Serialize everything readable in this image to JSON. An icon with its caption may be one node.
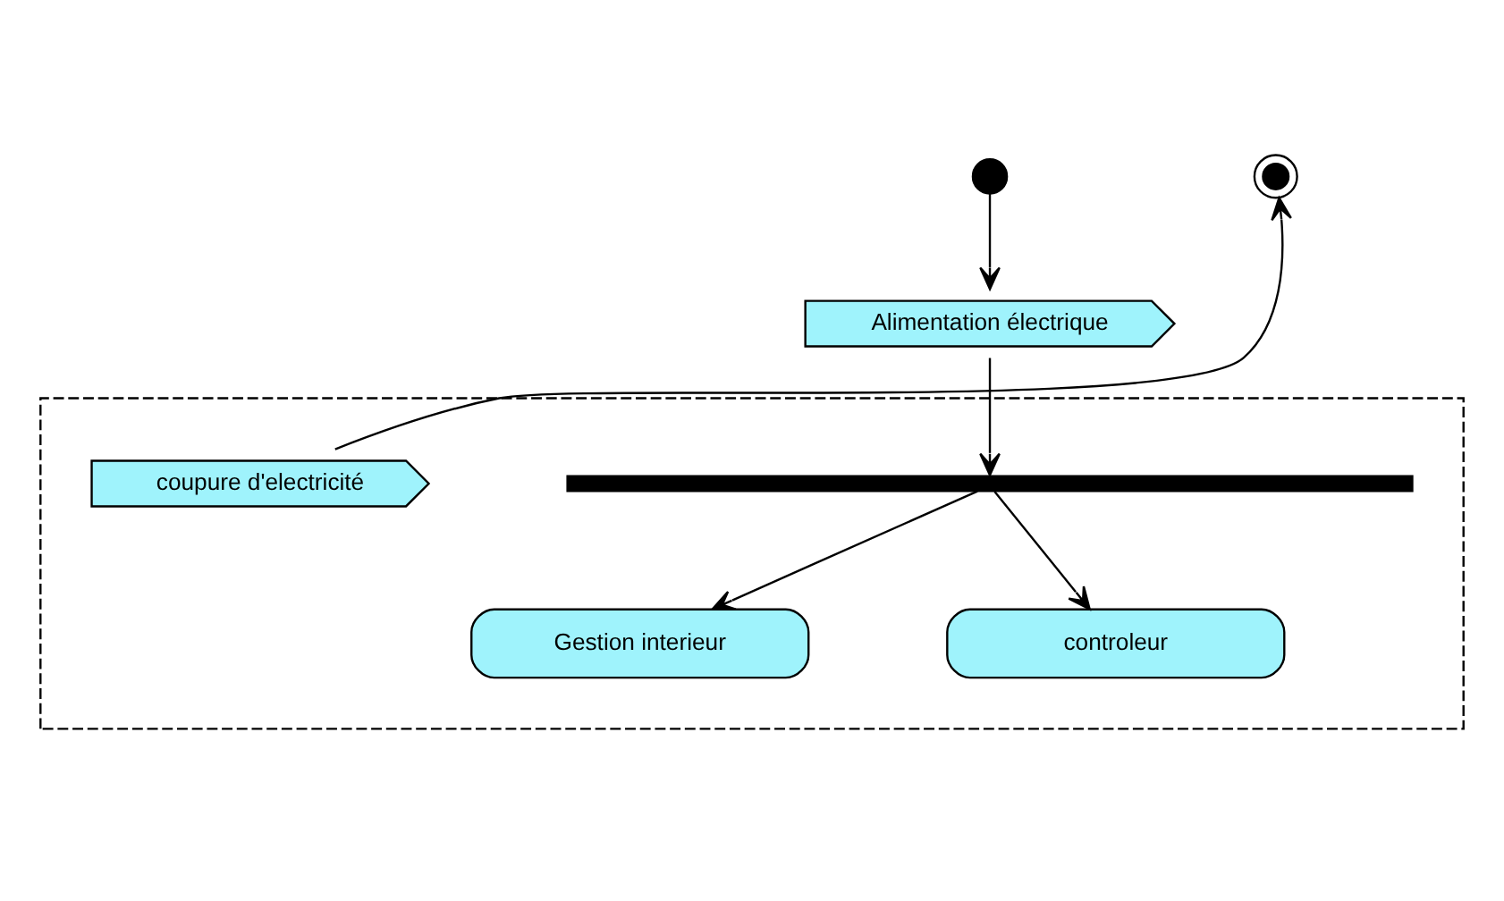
{
  "diagram": {
    "nodes": [
      {
        "text": [],
        "shape": "circle"
      },
      {
        "text": [
          "Alimentation électrique"
        ]
      },
      {
        "text": [],
        "shape": "circle"
      },
      {
        "text": [],
        "shape": "box"
      },
      {
        "text": [],
        "shape": "bar",
        "in": 3
      },
      {
        "text": [
          "coupure d'electricité"
        ],
        "in": 3
      },
      {
        "text": [
          "Gestion interieur"
        ],
        "in": 3
      },
      {
        "text": [
          "controleur"
        ],
        "in": 3
      }
    ],
    "edges": [
      {
        "from": 0,
        "to": 1,
        "arrow": "to"
      },
      {
        "from": 1,
        "to": 4,
        "arrow": "to"
      },
      {
        "from": 4,
        "to": 6,
        "arrow": "to"
      },
      {
        "from": 4,
        "to": 7,
        "arrow": "to"
      },
      {
        "from": 5,
        "to": 2,
        "arrow": "to"
      }
    ]
  }
}
